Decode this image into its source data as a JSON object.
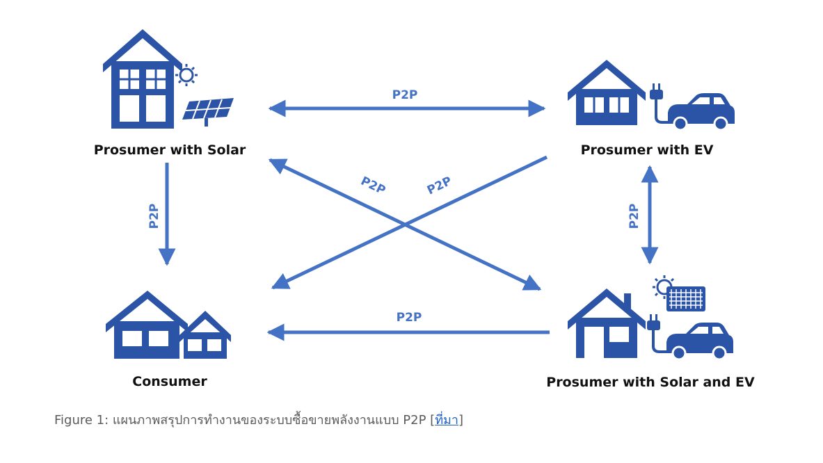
{
  "colors": {
    "primary": "#2b53a6",
    "arrow": "#4472c4",
    "caption_text": "#5a5a5a",
    "link": "#1f5fbf"
  },
  "nodes": {
    "solar": {
      "label": "Prosumer with Solar",
      "icon": "house-solar-icon"
    },
    "ev": {
      "label": "Prosumer with EV",
      "icon": "house-ev-icon"
    },
    "consumer": {
      "label": "Consumer",
      "icon": "two-houses-icon"
    },
    "solar_ev": {
      "label": "Prosumer with Solar and EV",
      "icon": "house-solar-ev-icon"
    }
  },
  "edges": {
    "top": "P2P",
    "left": "P2P",
    "right": "P2P",
    "bottom": "P2P",
    "diag_a": "P2P",
    "diag_b": "P2P"
  },
  "caption": {
    "text": "Figure 1: แผนภาพสรุปการทำงานของระบบซื้อขายพลังงานแบบ P2P [",
    "link": "ที่มา",
    "suffix": "]"
  }
}
